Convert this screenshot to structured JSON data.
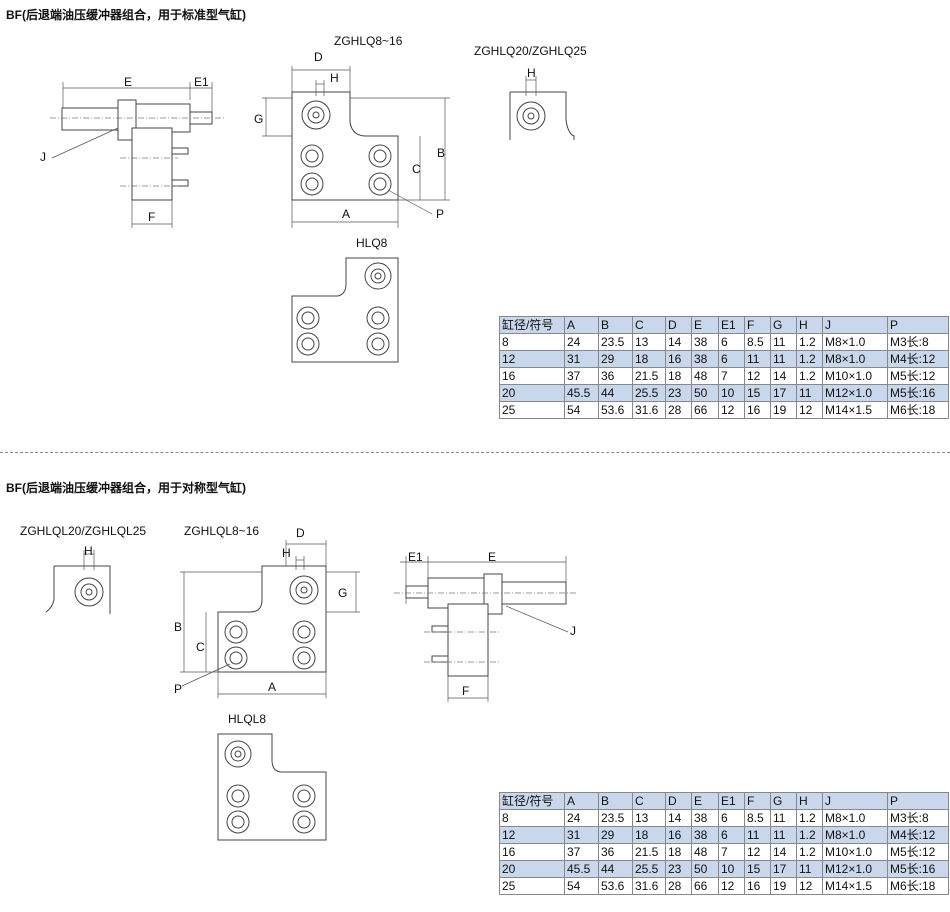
{
  "section1": {
    "title": "BF(后退端油压缓冲器组合，用于标准型气缸)",
    "labels": {
      "zghlq8_16": "ZGHLQ8~16",
      "zghlq20_25": "ZGHLQ20/ZGHLQ25",
      "hlq8": "HLQ8",
      "dim_E": "E",
      "dim_E1": "E1",
      "dim_J": "J",
      "dim_F": "F",
      "dim_D": "D",
      "dim_H": "H",
      "dim_G": "G",
      "dim_B": "B",
      "dim_C": "C",
      "dim_A": "A",
      "dim_P": "P",
      "dim_H2": "H"
    },
    "table": {
      "headers": [
        "缸径/符号",
        "A",
        "B",
        "C",
        "D",
        "E",
        "E1",
        "F",
        "G",
        "H",
        "J",
        "P"
      ],
      "rows": [
        [
          "8",
          "24",
          "23.5",
          "13",
          "14",
          "38",
          "6",
          "8.5",
          "11",
          "1.2",
          "M8×1.0",
          "M3长:8"
        ],
        [
          "12",
          "31",
          "29",
          "18",
          "16",
          "38",
          "6",
          "11",
          "11",
          "1.2",
          "M8×1.0",
          "M4长:12"
        ],
        [
          "16",
          "37",
          "36",
          "21.5",
          "18",
          "48",
          "7",
          "12",
          "14",
          "1.2",
          "M10×1.0",
          "M5长:12"
        ],
        [
          "20",
          "45.5",
          "44",
          "25.5",
          "23",
          "50",
          "10",
          "15",
          "17",
          "11",
          "M12×1.0",
          "M5长:16"
        ],
        [
          "25",
          "54",
          "53.6",
          "31.6",
          "28",
          "66",
          "12",
          "16",
          "19",
          "12",
          "M14×1.5",
          "M6长:18"
        ]
      ]
    }
  },
  "section2": {
    "title": "BF(后退端油压缓冲器组合，用于对称型气缸)",
    "labels": {
      "zghlql20_25": "ZGHLQL20/ZGHLQL25",
      "zghlql8_16": "ZGHLQL8~16",
      "hlql8": "HLQL8",
      "dim_H": "H",
      "dim_D": "D",
      "dim_H2": "H",
      "dim_G": "G",
      "dim_B": "B",
      "dim_C": "C",
      "dim_P": "P",
      "dim_A": "A",
      "dim_E1": "E1",
      "dim_E": "E",
      "dim_J": "J",
      "dim_F": "F"
    },
    "table": {
      "headers": [
        "缸径/符号",
        "A",
        "B",
        "C",
        "D",
        "E",
        "E1",
        "F",
        "G",
        "H",
        "J",
        "P"
      ],
      "rows": [
        [
          "8",
          "24",
          "23.5",
          "13",
          "14",
          "38",
          "6",
          "8.5",
          "11",
          "1.2",
          "M8×1.0",
          "M3长:8"
        ],
        [
          "12",
          "31",
          "29",
          "18",
          "16",
          "38",
          "6",
          "11",
          "11",
          "1.2",
          "M8×1.0",
          "M4长:12"
        ],
        [
          "16",
          "37",
          "36",
          "21.5",
          "18",
          "48",
          "7",
          "12",
          "14",
          "1.2",
          "M10×1.0",
          "M5长:12"
        ],
        [
          "20",
          "45.5",
          "44",
          "25.5",
          "23",
          "50",
          "10",
          "15",
          "17",
          "11",
          "M12×1.0",
          "M5长:16"
        ],
        [
          "25",
          "54",
          "53.6",
          "31.6",
          "28",
          "66",
          "12",
          "16",
          "19",
          "12",
          "M14×1.5",
          "M6长:18"
        ]
      ]
    }
  }
}
